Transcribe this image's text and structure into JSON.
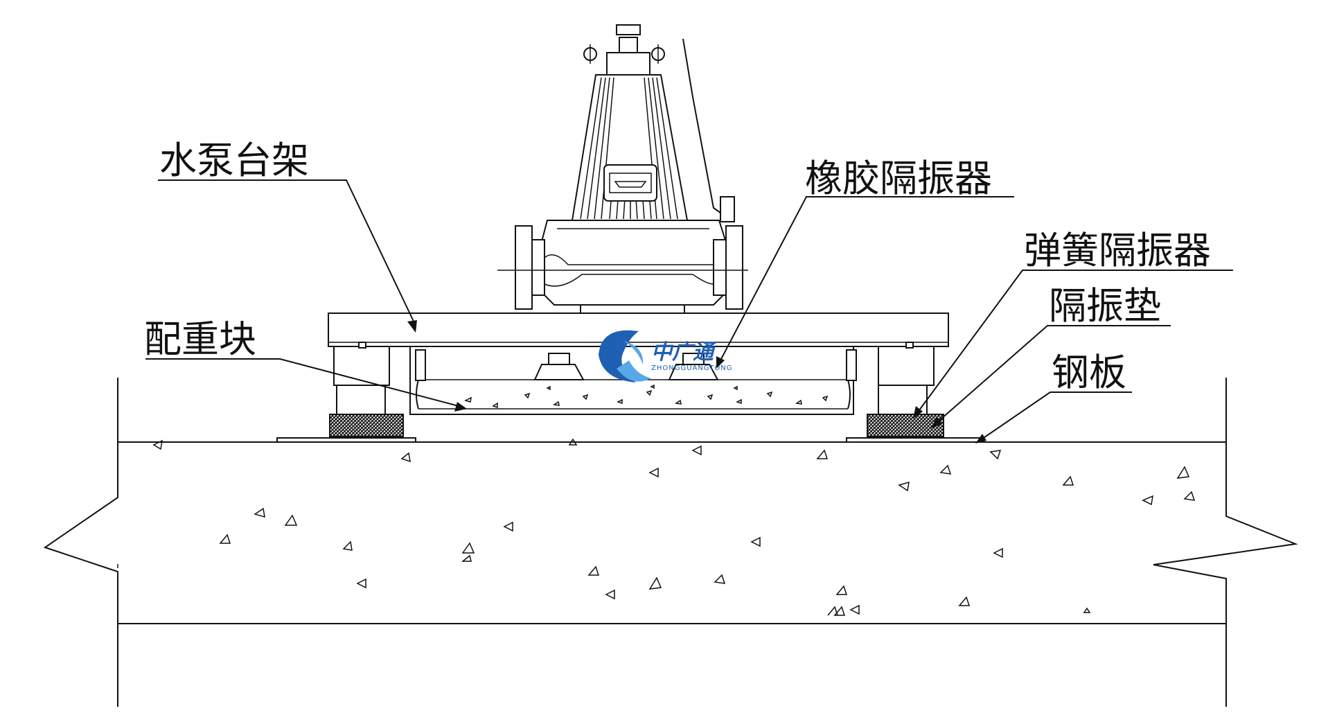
{
  "labels": {
    "pump_frame": "水泵台架",
    "rubber_isolator": "橡胶隔振器",
    "spring_isolator": "弹簧隔振器",
    "isolation_pad": "隔振垫",
    "counterweight": "配重块",
    "steel_plate": "钢板"
  },
  "watermark": {
    "cn": "中广通",
    "en": "ZHONGGUANGTONG"
  },
  "colors": {
    "line": "#111111",
    "logo_blue": "#1f5fb4",
    "logo_light": "#5aa9e6"
  }
}
